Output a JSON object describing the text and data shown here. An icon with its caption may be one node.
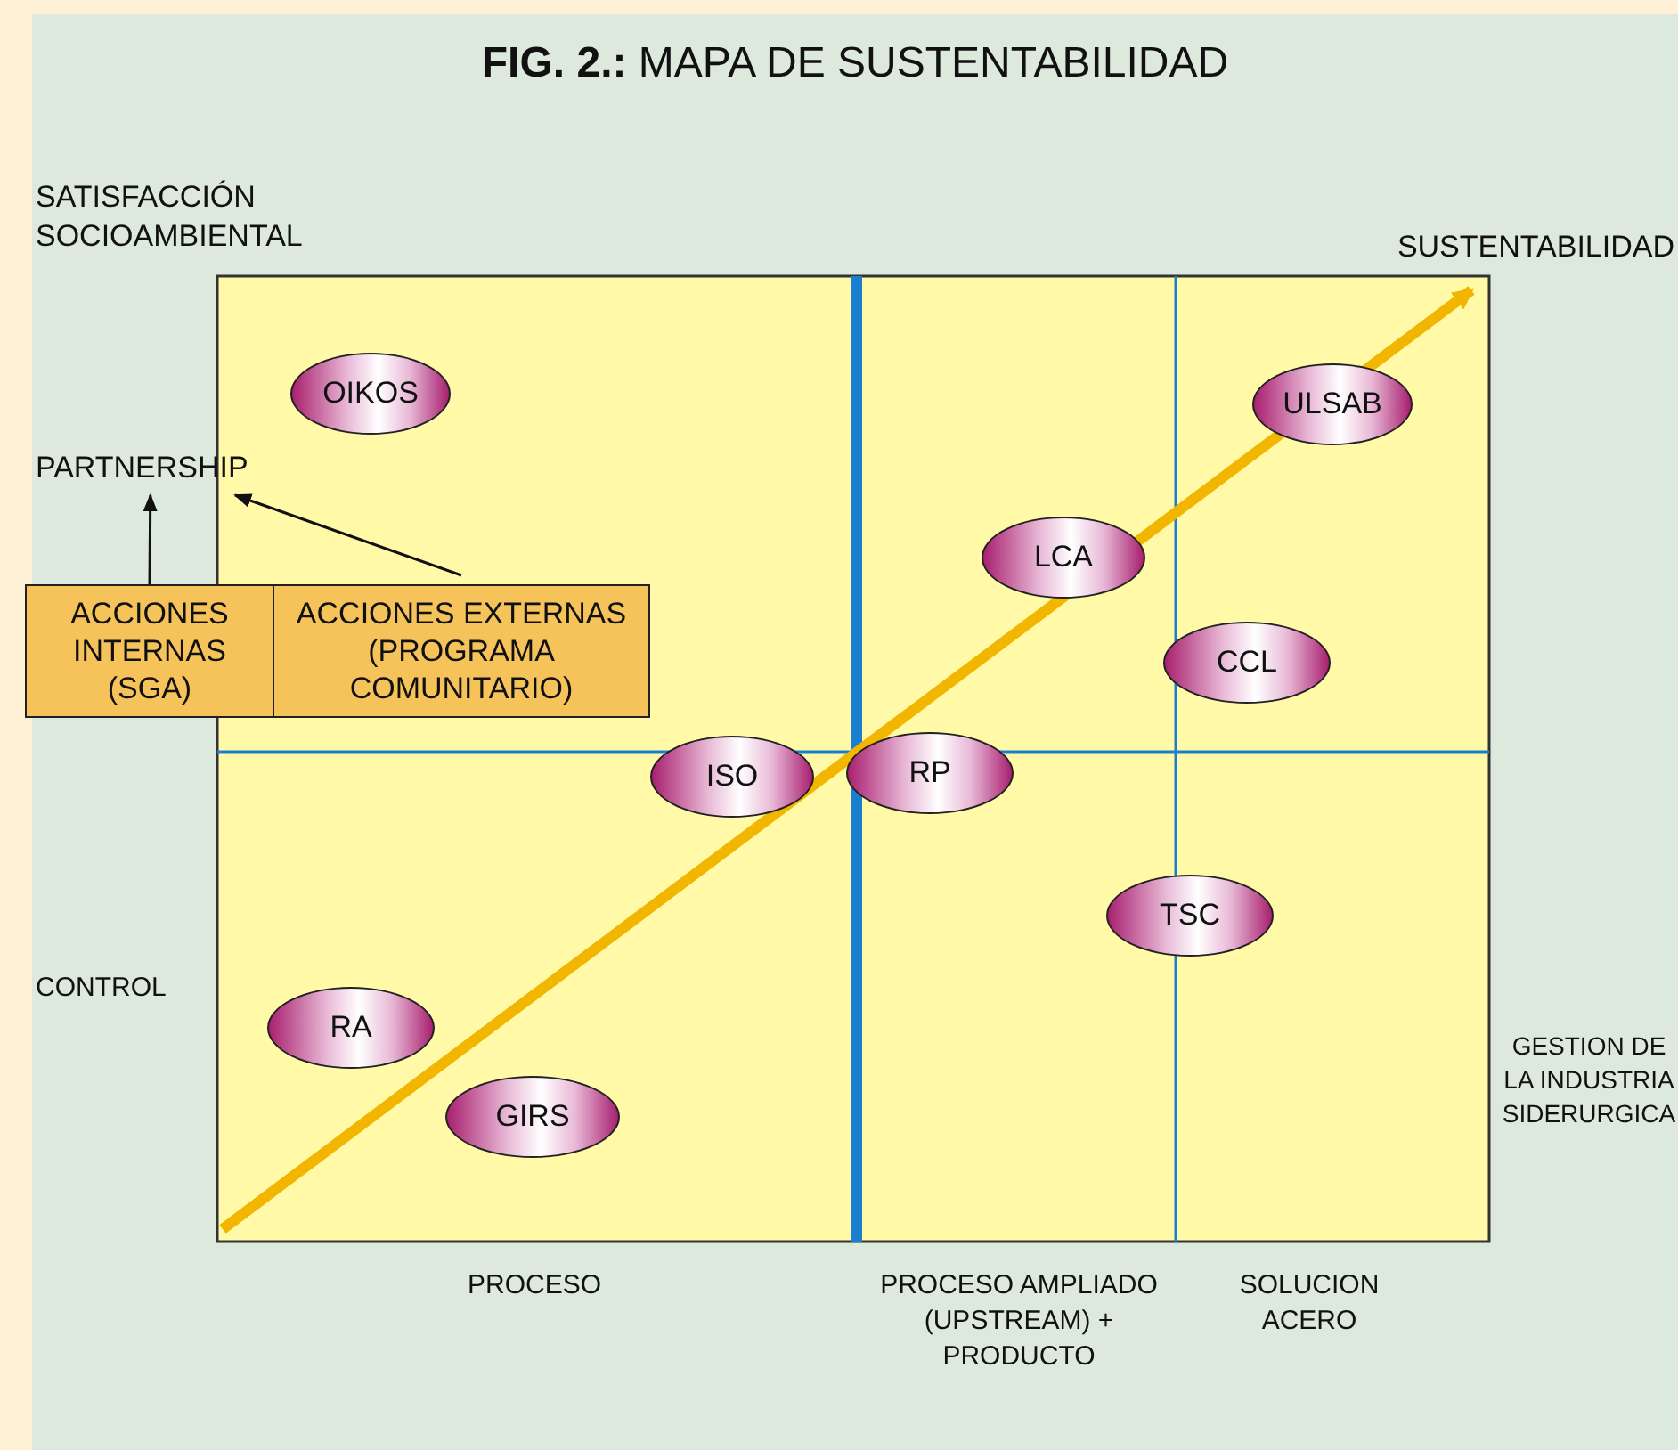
{
  "diagram": {
    "title": "**FIG. 2.:** MAPA DE SUSTENTABILIDAD",
    "nodes": [
      {
        "text": [
          "OIKOS"
        ]
      },
      {
        "text": [
          "ULSAB"
        ]
      },
      {
        "text": [
          "PARTNERSHIP"
        ]
      },
      {
        "text": [
          "LCA"
        ]
      },
      {
        "text": [
          "ACCIONES INTERNAS (SGA)"
        ]
      },
      {
        "text": [
          "ACCIONES EXTERNAS (PROGRAMA COMUNITARIO)"
        ]
      },
      {
        "text": [
          "CCL"
        ]
      },
      {
        "text": [
          "ISO"
        ]
      },
      {
        "text": [
          "RP"
        ]
      },
      {
        "text": [
          "TSC"
        ]
      },
      {
        "text": [
          "RA"
        ]
      },
      {
        "text": [
          "GIRS"
        ]
      }
    ],
    "edges": [
      {
        "from": 4,
        "to": 2,
        "arrow": "to"
      },
      {
        "from": 5,
        "to": 2,
        "arrow": "to"
      }
    ],
    "labels": [
      "SATISFACCIÓN SOCIOAMBIENTAL",
      "SUSTENTABILIDAD",
      "CONTROL",
      "GESTION DE LA INDUSTRIA SIDERURGICA",
      "PROCESO",
      "PROCESO AMPLIADO (UPSTREAM) + PRODUCTO",
      "SOLUCION ACERO"
    ]
  }
}
